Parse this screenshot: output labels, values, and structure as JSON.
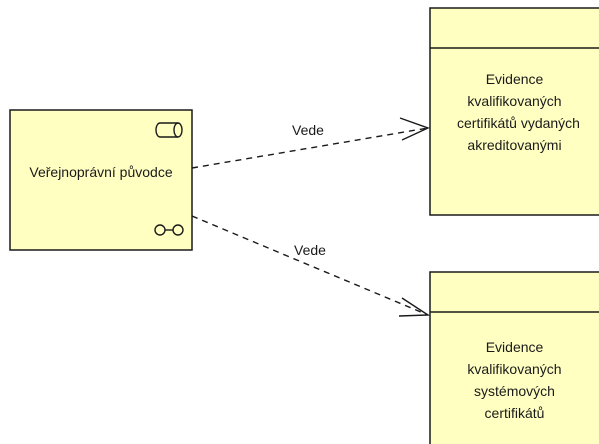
{
  "nodes": {
    "actor": {
      "label": "Veřejnoprávní původce",
      "type_icon": "cylinder-icon",
      "sub_icon": "infinity-link-icon"
    },
    "evidence_top": {
      "lines": [
        "Evidence",
        "kvalifikovaných",
        "certifikátů vydaných",
        "akreditovanými"
      ]
    },
    "evidence_bottom": {
      "lines": [
        "Evidence",
        "kvalifikovaných",
        "systémových",
        "certifikátů"
      ]
    }
  },
  "edges": [
    {
      "label": "Vede"
    },
    {
      "label": "Vede"
    }
  ],
  "colors": {
    "box_fill": "#ffffc2",
    "box_stroke": "#1a1a1a",
    "edge_stroke": "#1a1a1a"
  }
}
